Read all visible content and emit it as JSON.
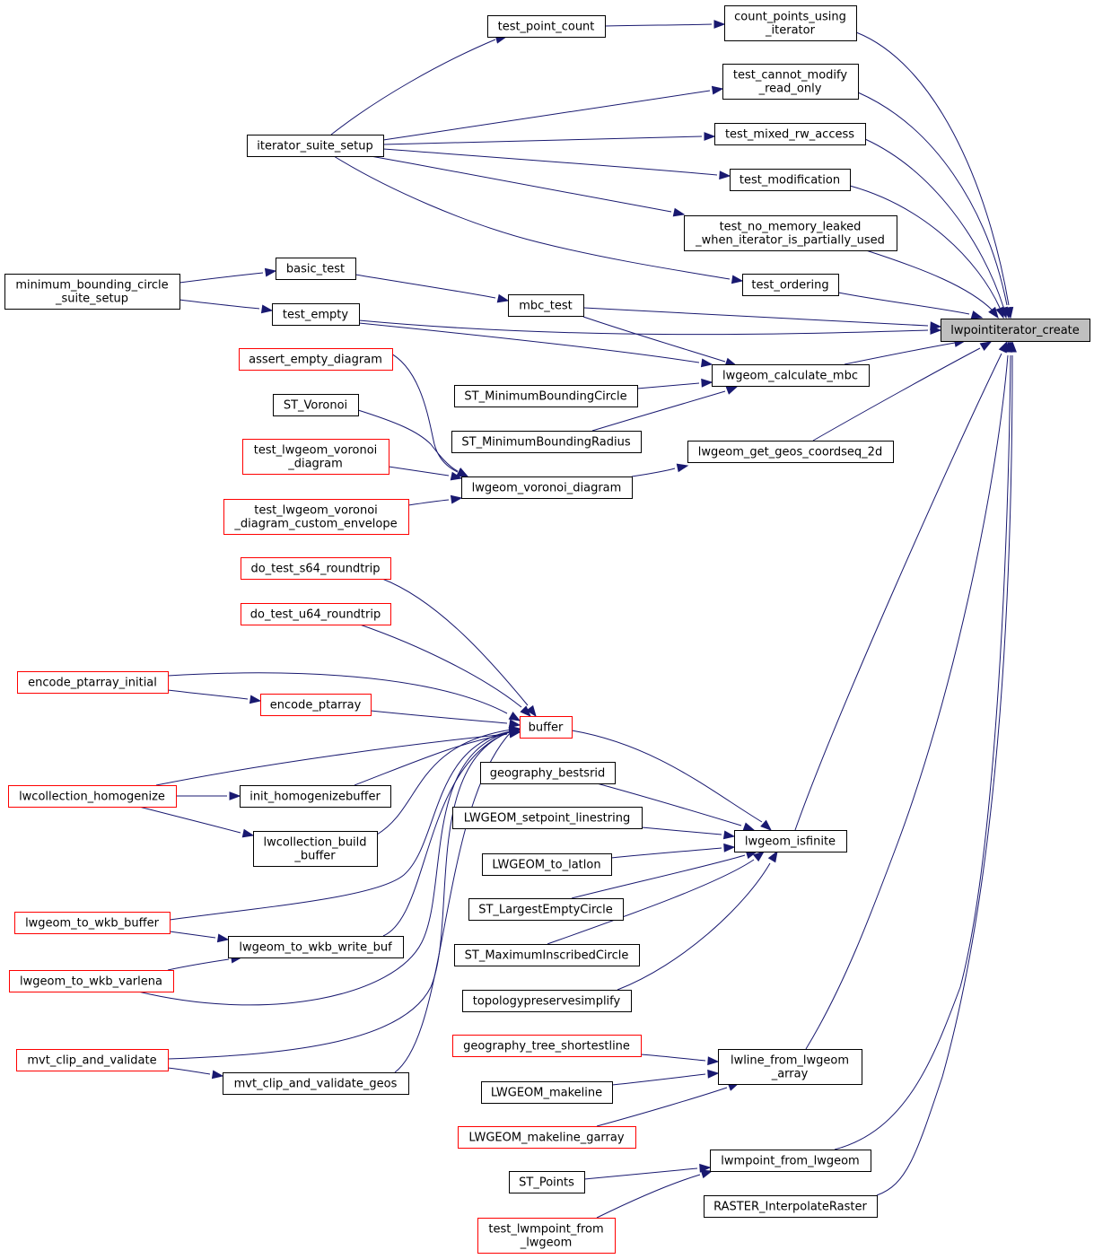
{
  "colors": {
    "edge": "#191970",
    "red_border": "#ff0000",
    "black_border": "#000000",
    "target_fill": "#bfbfbf"
  },
  "nodes": [
    {
      "id": "lwpointiterator_create",
      "lines": [
        "lwpointiterator_create"
      ],
      "border": "target"
    },
    {
      "id": "count_points_using_iterator",
      "lines": [
        "count_points_using",
        "_iterator"
      ],
      "border": "black"
    },
    {
      "id": "test_point_count",
      "lines": [
        "test_point_count"
      ],
      "border": "black"
    },
    {
      "id": "iterator_suite_setup",
      "lines": [
        "iterator_suite_setup"
      ],
      "border": "black"
    },
    {
      "id": "test_cannot_modify_read_only",
      "lines": [
        "test_cannot_modify",
        "_read_only"
      ],
      "border": "black"
    },
    {
      "id": "test_mixed_rw_access",
      "lines": [
        "test_mixed_rw_access"
      ],
      "border": "black"
    },
    {
      "id": "test_modification",
      "lines": [
        "test_modification"
      ],
      "border": "black"
    },
    {
      "id": "test_no_memory_leaked",
      "lines": [
        "test_no_memory_leaked",
        "_when_iterator_is_partially_used"
      ],
      "border": "black"
    },
    {
      "id": "test_ordering",
      "lines": [
        "test_ordering"
      ],
      "border": "black"
    },
    {
      "id": "minimum_bounding_circle_suite_setup",
      "lines": [
        "minimum_bounding_circle",
        "_suite_setup"
      ],
      "border": "black"
    },
    {
      "id": "basic_test",
      "lines": [
        "basic_test"
      ],
      "border": "black"
    },
    {
      "id": "test_empty",
      "lines": [
        "test_empty"
      ],
      "border": "black"
    },
    {
      "id": "mbc_test",
      "lines": [
        "mbc_test"
      ],
      "border": "black"
    },
    {
      "id": "lwgeom_calculate_mbc",
      "lines": [
        "lwgeom_calculate_mbc"
      ],
      "border": "black"
    },
    {
      "id": "assert_empty_diagram",
      "lines": [
        "assert_empty_diagram"
      ],
      "border": "red"
    },
    {
      "id": "ST_MinimumBoundingCircle",
      "lines": [
        "ST_MinimumBoundingCircle"
      ],
      "border": "black"
    },
    {
      "id": "ST_Voronoi",
      "lines": [
        "ST_Voronoi"
      ],
      "border": "black"
    },
    {
      "id": "ST_MinimumBoundingRadius",
      "lines": [
        "ST_MinimumBoundingRadius"
      ],
      "border": "black"
    },
    {
      "id": "lwgeom_get_geos_coordseq_2d",
      "lines": [
        "lwgeom_get_geos_coordseq_2d"
      ],
      "border": "black"
    },
    {
      "id": "test_lwgeom_voronoi_diagram",
      "lines": [
        "test_lwgeom_voronoi",
        "_diagram"
      ],
      "border": "red"
    },
    {
      "id": "lwgeom_voronoi_diagram",
      "lines": [
        "lwgeom_voronoi_diagram"
      ],
      "border": "black"
    },
    {
      "id": "test_lwgeom_voronoi_diagram_custom_envelope",
      "lines": [
        "test_lwgeom_voronoi",
        "_diagram_custom_envelope"
      ],
      "border": "red"
    },
    {
      "id": "do_test_s64_roundtrip",
      "lines": [
        "do_test_s64_roundtrip"
      ],
      "border": "red"
    },
    {
      "id": "do_test_u64_roundtrip",
      "lines": [
        "do_test_u64_roundtrip"
      ],
      "border": "red"
    },
    {
      "id": "encode_ptarray_initial",
      "lines": [
        "encode_ptarray_initial"
      ],
      "border": "red"
    },
    {
      "id": "encode_ptarray",
      "lines": [
        "encode_ptarray"
      ],
      "border": "red"
    },
    {
      "id": "buffer",
      "lines": [
        "buffer"
      ],
      "border": "red"
    },
    {
      "id": "geography_bestsrid",
      "lines": [
        "geography_bestsrid"
      ],
      "border": "black"
    },
    {
      "id": "lwcollection_homogenize",
      "lines": [
        "lwcollection_homogenize"
      ],
      "border": "red"
    },
    {
      "id": "init_homogenizebuffer",
      "lines": [
        "init_homogenizebuffer"
      ],
      "border": "black"
    },
    {
      "id": "LWGEOM_setpoint_linestring",
      "lines": [
        "LWGEOM_setpoint_linestring"
      ],
      "border": "black"
    },
    {
      "id": "lwcollection_build_buffer",
      "lines": [
        "lwcollection_build",
        "_buffer"
      ],
      "border": "black"
    },
    {
      "id": "lwgeom_isfinite",
      "lines": [
        "lwgeom_isfinite"
      ],
      "border": "black"
    },
    {
      "id": "LWGEOM_to_latlon",
      "lines": [
        "LWGEOM_to_latlon"
      ],
      "border": "black"
    },
    {
      "id": "ST_LargestEmptyCircle",
      "lines": [
        "ST_LargestEmptyCircle"
      ],
      "border": "black"
    },
    {
      "id": "lwgeom_to_wkb_buffer",
      "lines": [
        "lwgeom_to_wkb_buffer"
      ],
      "border": "red"
    },
    {
      "id": "lwgeom_to_wkb_write_buf",
      "lines": [
        "lwgeom_to_wkb_write_buf"
      ],
      "border": "black"
    },
    {
      "id": "ST_MaximumInscribedCircle",
      "lines": [
        "ST_MaximumInscribedCircle"
      ],
      "border": "black"
    },
    {
      "id": "lwgeom_to_wkb_varlena",
      "lines": [
        "lwgeom_to_wkb_varlena"
      ],
      "border": "red"
    },
    {
      "id": "topologypreservesimplify",
      "lines": [
        "topologypreservesimplify"
      ],
      "border": "black"
    },
    {
      "id": "geography_tree_shortestline",
      "lines": [
        "geography_tree_shortestline"
      ],
      "border": "red"
    },
    {
      "id": "mvt_clip_and_validate",
      "lines": [
        "mvt_clip_and_validate"
      ],
      "border": "red"
    },
    {
      "id": "lwline_from_lwgeom_array",
      "lines": [
        "lwline_from_lwgeom",
        "_array"
      ],
      "border": "black"
    },
    {
      "id": "mvt_clip_and_validate_geos",
      "lines": [
        "mvt_clip_and_validate_geos"
      ],
      "border": "black"
    },
    {
      "id": "LWGEOM_makeline",
      "lines": [
        "LWGEOM_makeline"
      ],
      "border": "black"
    },
    {
      "id": "LWGEOM_makeline_garray",
      "lines": [
        "LWGEOM_makeline_garray"
      ],
      "border": "red"
    },
    {
      "id": "lwmpoint_from_lwgeom",
      "lines": [
        "lwmpoint_from_lwgeom"
      ],
      "border": "black"
    },
    {
      "id": "ST_Points",
      "lines": [
        "ST_Points"
      ],
      "border": "black"
    },
    {
      "id": "RASTER_InterpolateRaster",
      "lines": [
        "RASTER_InterpolateRaster"
      ],
      "border": "black"
    },
    {
      "id": "test_lwmpoint_from_lwgeom",
      "lines": [
        "test_lwmpoint_from",
        "_lwgeom"
      ],
      "border": "red"
    }
  ],
  "edges": [
    {
      "from": "count_points_using_iterator",
      "to": "lwpointiterator_create"
    },
    {
      "from": "test_cannot_modify_read_only",
      "to": "lwpointiterator_create"
    },
    {
      "from": "test_mixed_rw_access",
      "to": "lwpointiterator_create"
    },
    {
      "from": "test_modification",
      "to": "lwpointiterator_create"
    },
    {
      "from": "test_no_memory_leaked",
      "to": "lwpointiterator_create"
    },
    {
      "from": "test_ordering",
      "to": "lwpointiterator_create"
    },
    {
      "from": "mbc_test",
      "to": "lwpointiterator_create"
    },
    {
      "from": "test_empty",
      "to": "lwpointiterator_create"
    },
    {
      "from": "lwgeom_calculate_mbc",
      "to": "lwpointiterator_create"
    },
    {
      "from": "lwgeom_get_geos_coordseq_2d",
      "to": "lwpointiterator_create"
    },
    {
      "from": "lwgeom_isfinite",
      "to": "lwpointiterator_create"
    },
    {
      "from": "lwline_from_lwgeom_array",
      "to": "lwpointiterator_create"
    },
    {
      "from": "lwmpoint_from_lwgeom",
      "to": "lwpointiterator_create"
    },
    {
      "from": "RASTER_InterpolateRaster",
      "to": "lwpointiterator_create"
    },
    {
      "from": "test_point_count",
      "to": "count_points_using_iterator"
    },
    {
      "from": "iterator_suite_setup",
      "to": "test_point_count"
    },
    {
      "from": "iterator_suite_setup",
      "to": "test_cannot_modify_read_only"
    },
    {
      "from": "iterator_suite_setup",
      "to": "test_mixed_rw_access"
    },
    {
      "from": "iterator_suite_setup",
      "to": "test_modification"
    },
    {
      "from": "iterator_suite_setup",
      "to": "test_no_memory_leaked"
    },
    {
      "from": "iterator_suite_setup",
      "to": "test_ordering"
    },
    {
      "from": "minimum_bounding_circle_suite_setup",
      "to": "basic_test"
    },
    {
      "from": "minimum_bounding_circle_suite_setup",
      "to": "test_empty"
    },
    {
      "from": "basic_test",
      "to": "mbc_test"
    },
    {
      "from": "mbc_test",
      "to": "lwgeom_calculate_mbc"
    },
    {
      "from": "test_empty",
      "to": "lwgeom_calculate_mbc"
    },
    {
      "from": "ST_MinimumBoundingCircle",
      "to": "lwgeom_calculate_mbc"
    },
    {
      "from": "ST_MinimumBoundingRadius",
      "to": "lwgeom_calculate_mbc"
    },
    {
      "from": "lwgeom_voronoi_diagram",
      "to": "lwgeom_get_geos_coordseq_2d"
    },
    {
      "from": "assert_empty_diagram",
      "to": "lwgeom_voronoi_diagram"
    },
    {
      "from": "ST_Voronoi",
      "to": "lwgeom_voronoi_diagram"
    },
    {
      "from": "test_lwgeom_voronoi_diagram",
      "to": "lwgeom_voronoi_diagram"
    },
    {
      "from": "test_lwgeom_voronoi_diagram_custom_envelope",
      "to": "lwgeom_voronoi_diagram"
    },
    {
      "from": "do_test_s64_roundtrip",
      "to": "buffer"
    },
    {
      "from": "do_test_u64_roundtrip",
      "to": "buffer"
    },
    {
      "from": "encode_ptarray_initial",
      "to": "buffer"
    },
    {
      "from": "encode_ptarray_initial",
      "to": "encode_ptarray"
    },
    {
      "from": "encode_ptarray",
      "to": "buffer"
    },
    {
      "from": "lwcollection_homogenize",
      "to": "buffer"
    },
    {
      "from": "lwcollection_homogenize",
      "to": "init_homogenizebuffer"
    },
    {
      "from": "lwcollection_homogenize",
      "to": "lwcollection_build_buffer"
    },
    {
      "from": "init_homogenizebuffer",
      "to": "buffer"
    },
    {
      "from": "lwcollection_build_buffer",
      "to": "buffer"
    },
    {
      "from": "lwgeom_to_wkb_buffer",
      "to": "buffer"
    },
    {
      "from": "lwgeom_to_wkb_buffer",
      "to": "lwgeom_to_wkb_write_buf"
    },
    {
      "from": "lwgeom_to_wkb_write_buf",
      "to": "buffer"
    },
    {
      "from": "lwgeom_to_wkb_varlena",
      "to": "buffer"
    },
    {
      "from": "lwgeom_to_wkb_varlena",
      "to": "lwgeom_to_wkb_write_buf"
    },
    {
      "from": "mvt_clip_and_validate",
      "to": "buffer"
    },
    {
      "from": "mvt_clip_and_validate",
      "to": "mvt_clip_and_validate_geos"
    },
    {
      "from": "mvt_clip_and_validate_geos",
      "to": "buffer"
    },
    {
      "from": "buffer",
      "to": "lwgeom_isfinite"
    },
    {
      "from": "geography_bestsrid",
      "to": "lwgeom_isfinite"
    },
    {
      "from": "LWGEOM_setpoint_linestring",
      "to": "lwgeom_isfinite"
    },
    {
      "from": "LWGEOM_to_latlon",
      "to": "lwgeom_isfinite"
    },
    {
      "from": "ST_LargestEmptyCircle",
      "to": "lwgeom_isfinite"
    },
    {
      "from": "ST_MaximumInscribedCircle",
      "to": "lwgeom_isfinite"
    },
    {
      "from": "topologypreservesimplify",
      "to": "lwgeom_isfinite"
    },
    {
      "from": "geography_tree_shortestline",
      "to": "lwline_from_lwgeom_array"
    },
    {
      "from": "LWGEOM_makeline",
      "to": "lwline_from_lwgeom_array"
    },
    {
      "from": "LWGEOM_makeline_garray",
      "to": "lwline_from_lwgeom_array"
    },
    {
      "from": "ST_Points",
      "to": "lwmpoint_from_lwgeom"
    },
    {
      "from": "test_lwmpoint_from_lwgeom",
      "to": "lwmpoint_from_lwgeom"
    }
  ]
}
